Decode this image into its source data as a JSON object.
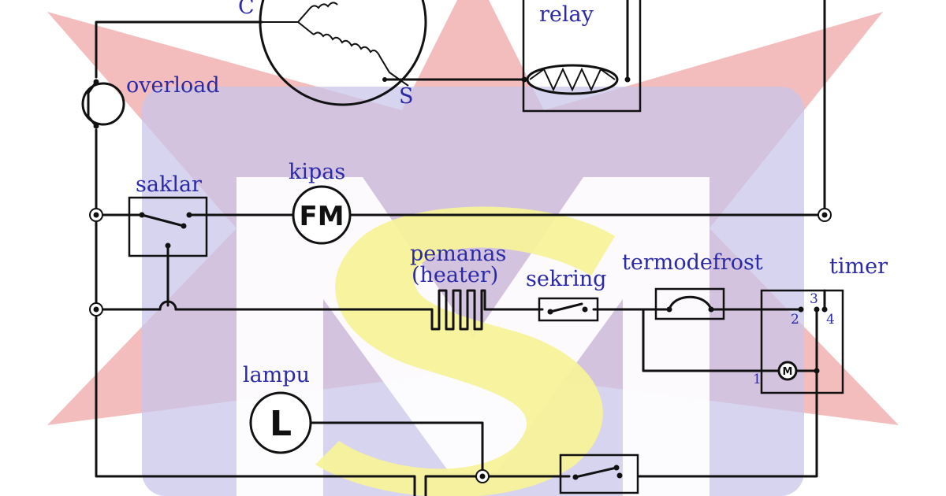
{
  "labels": {
    "common": "C",
    "start": "S",
    "relay": "relay",
    "overload": "overload",
    "saklar": "saklar",
    "kipas": "kipas",
    "fan_symbol": "FM",
    "heater_line1": "pemanas",
    "heater_line2": "(heater)",
    "sekring": "sekring",
    "termodefrost": "termodefrost",
    "timer": "timer",
    "timer_motor_symbol": "M",
    "lampu": "lampu",
    "lamp_symbol": "L"
  },
  "timer_pins": [
    "1",
    "2",
    "3",
    "4"
  ],
  "watermark": {
    "letters": "MS",
    "colors": {
      "star": "#f3b6b6",
      "band": "#c9c6ea",
      "letter_m": "#ffffff",
      "letter_s": "#f7f29a"
    }
  },
  "colors": {
    "wire": "#111111",
    "label_text": "#2a2aa8",
    "background": "#ffffff"
  }
}
